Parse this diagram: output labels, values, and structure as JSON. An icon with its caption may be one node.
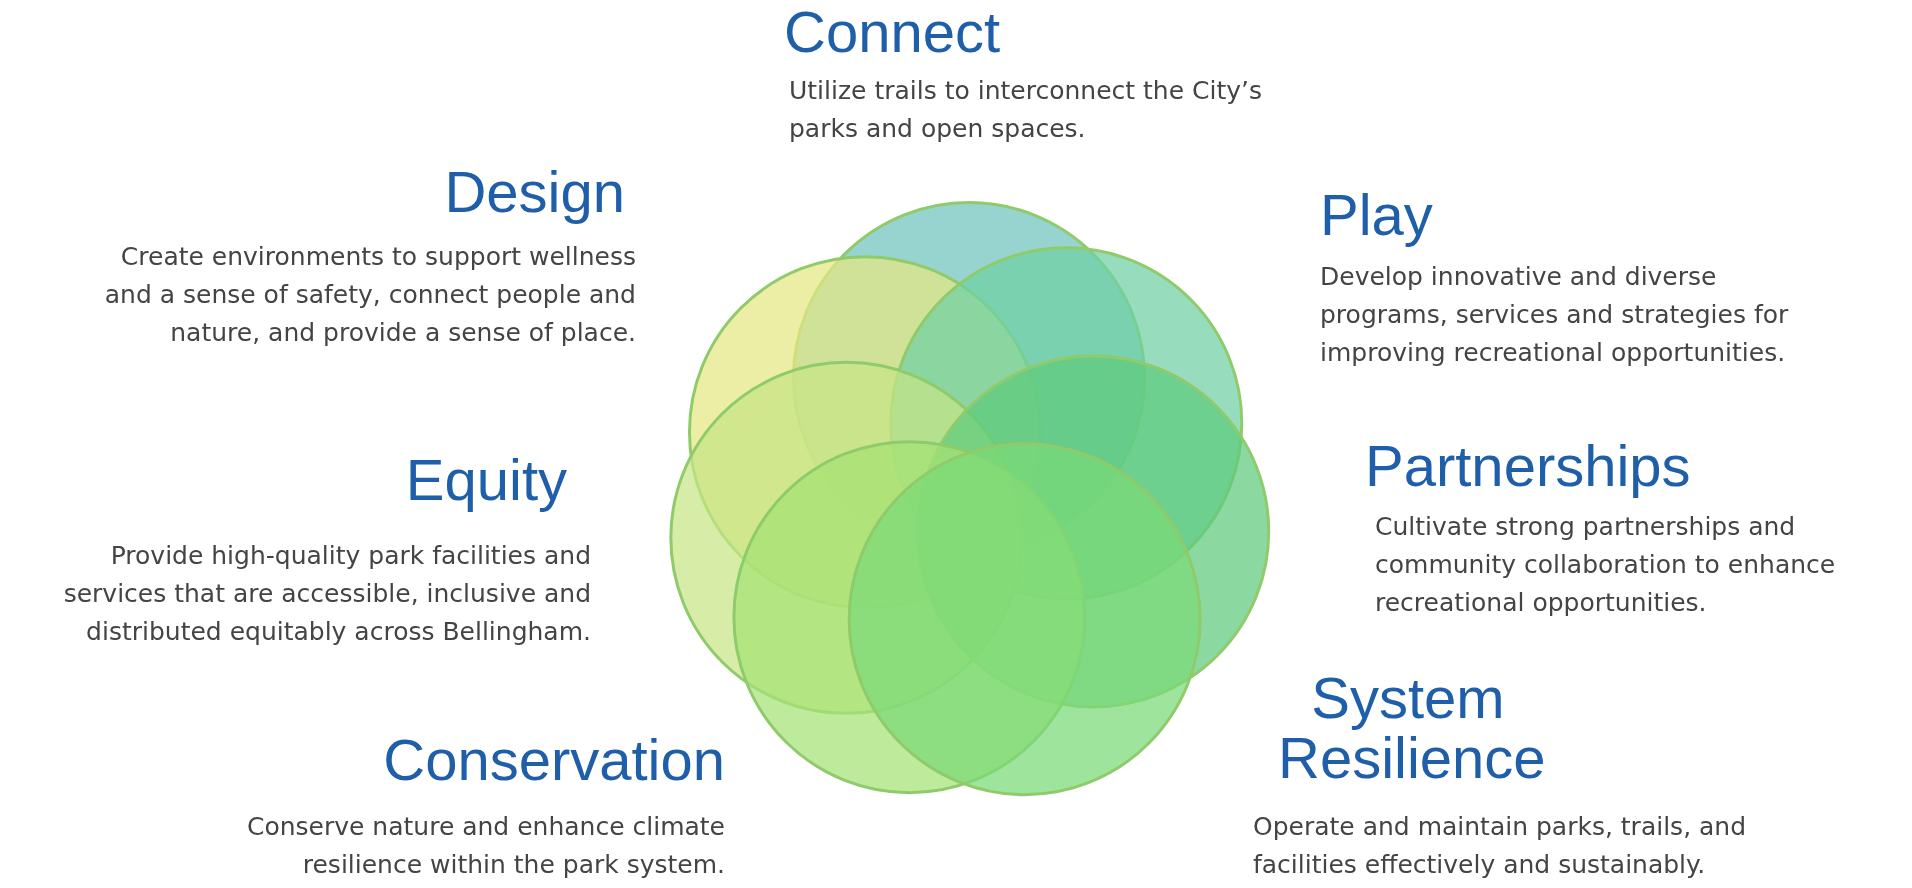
{
  "diagram": {
    "nodes": [
      {
        "text": [],
        "shape": "circle",
        "beside": [
          "Connect",
          "Utilize trails to interconnect the City’s parks and open spaces."
        ]
      },
      {
        "text": [],
        "shape": "circle",
        "beside": [
          "Design",
          "Create environments to support wellness and a sense of safety, connect people and nature, and provide a sense of place."
        ]
      },
      {
        "text": [],
        "shape": "circle",
        "beside": [
          "Play",
          "Develop innovative and diverse programs, services and strategies for improving recreational opportunities."
        ]
      },
      {
        "text": [],
        "shape": "circle",
        "beside": [
          "Equity",
          "Provide high-quality park facilities and services that are accessible, inclusive and distributed equitably across Bellingham."
        ]
      },
      {
        "text": [],
        "shape": "circle",
        "beside": [
          "Partnerships",
          "Cultivate strong partnerships and community collaboration to enhance recreational opportunities."
        ]
      },
      {
        "text": [],
        "shape": "circle",
        "beside": [
          "Conservation",
          "Conserve nature and enhance climate resilience within the park system."
        ]
      },
      {
        "text": [],
        "shape": "circle",
        "beside": [
          "System Resilience",
          "Operate and maintain parks, trails, and facilities effectively and sustainably."
        ]
      }
    ]
  }
}
